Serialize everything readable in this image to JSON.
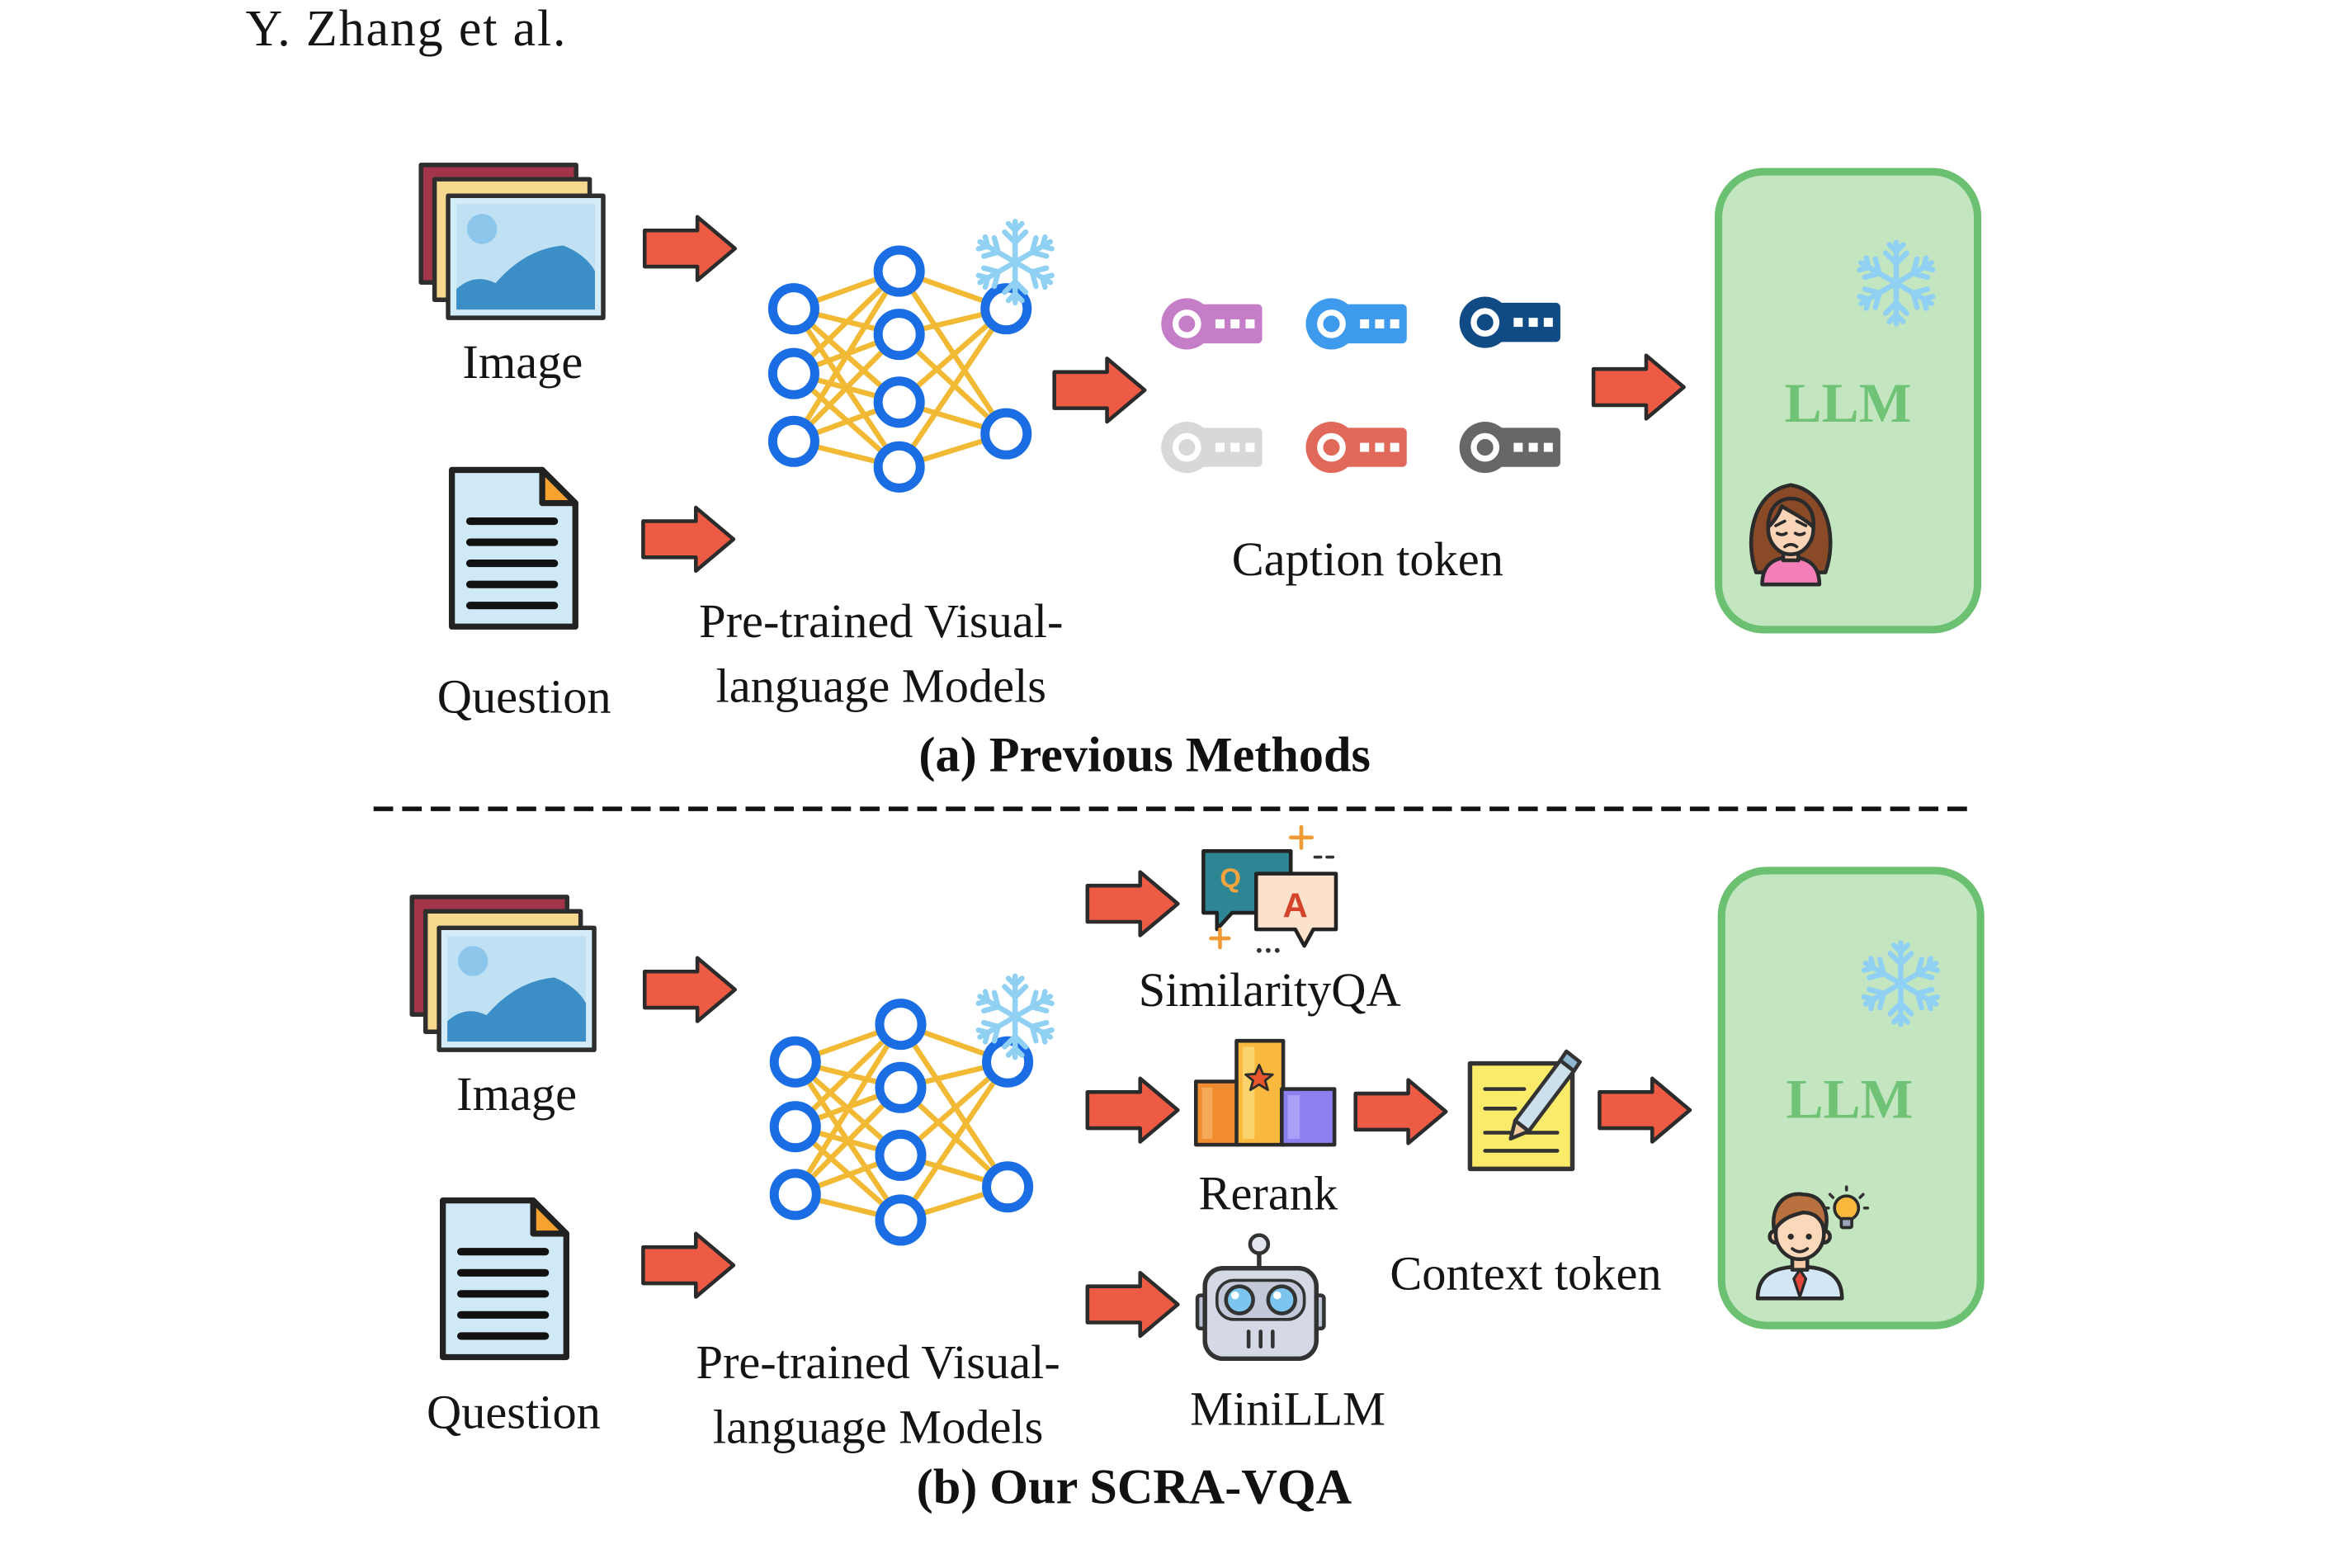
{
  "header": {
    "running_head": "Y. Zhang et al."
  },
  "panel_a": {
    "image_label": "Image",
    "question_label": "Question",
    "vlm_label": [
      "Pre-trained Visual-",
      "language Models"
    ],
    "caption_token_label": "Caption token",
    "caption_tokens": [
      {
        "color": "#c47dc6"
      },
      {
        "color": "#3e9aec"
      },
      {
        "color": "#114b85"
      },
      {
        "color": "#d8d8d8"
      },
      {
        "color": "#e0695a"
      },
      {
        "color": "#676767"
      }
    ],
    "llm_label": "LLM",
    "caption": "(a) Previous Methods"
  },
  "panel_b": {
    "image_label": "Image",
    "question_label": "Question",
    "vlm_label": [
      "Pre-trained Visual-",
      "language Models"
    ],
    "modules": [
      {
        "label": "SimilarityQA",
        "icon": "qa-chat-icon",
        "icon_letters": [
          "Q",
          "A"
        ]
      },
      {
        "label": "Rerank",
        "icon": "podium-icon"
      },
      {
        "label": "MiniLLM",
        "icon": "robot-icon"
      }
    ],
    "context_token_label": "Context token",
    "llm_label": "LLM",
    "caption": "(b) Our SCRA-VQA"
  },
  "icons": {
    "image": "image-stack-icon",
    "question": "document-icon",
    "model": "neural-network-icon",
    "frozen": "snowflake-icon",
    "token": "caption-token-icon",
    "flow": "arrow-icon",
    "context": "notepad-icon",
    "user_a": "sad-girl-avatar-icon",
    "user_b": "man-idea-avatar-icon"
  },
  "colors": {
    "arrow_fill": "#ee5b45",
    "arrow_stroke": "#2b2b2b",
    "network_node": "#1a6de3",
    "network_edge": "#f2b935",
    "snowflake": "#8fd0f3",
    "llm_fill": "#c3e6c1",
    "llm_stroke": "#6cc071",
    "llm_text": "#6fc276"
  }
}
